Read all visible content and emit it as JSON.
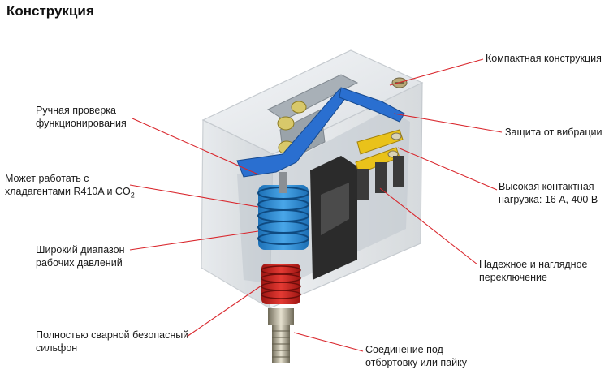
{
  "title": "Конструкция",
  "labels": {
    "manual_check": {
      "line1": "Ручная проверка",
      "line2": "функционирования"
    },
    "refrigerants": {
      "line1": "Может работать с",
      "line2_prefix": "хладагентами R410A и CO",
      "line2_sub": "2"
    },
    "pressure_range": {
      "line1": "Широкий диапазон",
      "line2": "рабочих давлений"
    },
    "bellows": {
      "line1": "Полностью сварной безопасный",
      "line2": "сильфон"
    },
    "compact": {
      "line1": "Компактная конструкция"
    },
    "vibration": {
      "line1": "Защита от вибрации"
    },
    "contact_load": {
      "line1": "Высокая контактная",
      "line2": "нагрузка: 16 А, 400 В"
    },
    "switching": {
      "line1": "Надежное и наглядное",
      "line2": "переключение"
    },
    "connection": {
      "line1": "Соединение под",
      "line2": "отбортовку или пайку"
    }
  },
  "colors": {
    "leader": "#d9262c",
    "housing": "#e9ecef",
    "housing_edge": "#c5cacf",
    "blue_spring": "#2f8fd6",
    "red_bellows": "#d2231f",
    "yellow_contacts": "#e9c21a",
    "dark_parts": "#2b2b2b"
  }
}
